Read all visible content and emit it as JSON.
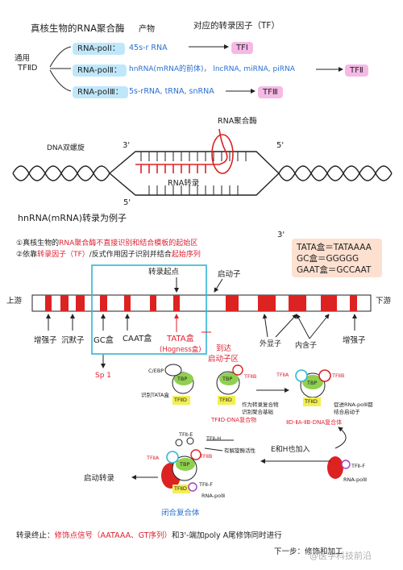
{
  "header": {
    "title": "真核生物的RNA聚合酶",
    "col_products": "产物",
    "col_tf": "对应的转录因子（TF）"
  },
  "general": {
    "line1": "通用",
    "line2": "TFⅡD"
  },
  "polymerases": [
    {
      "name": "RNA-polⅠ：",
      "products": "45s-r RNA",
      "tf": "TFⅠ"
    },
    {
      "name": "RNA-polⅡ：",
      "products": "hnRNA(mRNA的前体)， lncRNA, miRNA, piRNA",
      "tf": "TFⅡ"
    },
    {
      "name": "RNA-polⅢ：",
      "products": "5s-rRNA, tRNA, snRNA",
      "tf": "TFⅢ"
    }
  ],
  "bubble": {
    "dna_label": "DNA双螺旋",
    "end_3_left": "3'",
    "end_5_right": "5'",
    "end_5_bottom": "5'",
    "polymerase": "RNA聚合酶",
    "transcription": "RNA转录"
  },
  "section2": {
    "title": "hnRNA(mRNA)转录为例子",
    "prime_3": "3'",
    "point1_prefix": "①真核生物的",
    "point1_red": "RNA聚合酶不直接识别和结合模板的起始区",
    "point2_prefix": "②依靠",
    "point2_red1": "转录因子（TF）",
    "point2_mid": "/反式作用因子识别并结合",
    "point2_red2": "起始序列"
  },
  "boxes": {
    "line1": "TATA盒＝TATAAAA",
    "line2": "GC盒＝GGGGG",
    "line3": "GAAT盒＝GCCAAT"
  },
  "gene_map": {
    "upstream": "上游",
    "downstream": "下游",
    "start_point": "转录起点",
    "promoter": "启动子",
    "enhancer_left": "增强子",
    "silencer": "沉默子",
    "gc_box": "GC盒",
    "caat_box": "CAAT盒",
    "tata_box": "TATA盒",
    "hogness": "(Hogness盒)",
    "exon": "外显子",
    "intron": "内含子",
    "enhancer_right": "增强子"
  },
  "assembly": {
    "sp1": "Sp 1",
    "cebp": "C/EBP",
    "recognize": "识别TATA盒",
    "tbp": "TBP",
    "tf2d": "TFⅡD",
    "tf2b": "TFⅡB",
    "tf2a": "TFⅡA",
    "reach_promoter_1": "到达",
    "reach_promoter_2": "启动子区",
    "bridge_note_1": "作为转录复合物",
    "bridge_note_2": "识别聚合基础",
    "d_complex": "TFⅡD-DNA复合物",
    "pol2_note_1": "促进RNA-polⅡ都",
    "pol2_note_2": "结合启动子",
    "dab_complex": "ⅡD-ⅡA-ⅡB-DNA复合体",
    "add_eh": "E和H也加入",
    "tf2f_right": "TFⅡ-F",
    "pol2_right": "RNA-polⅡ",
    "tf2e": "TFⅡ-E",
    "tf2h": "TFⅡ-H",
    "helicase": "有解旋酶活性",
    "tf2f_bottom": "TFⅡ-F",
    "pol2_bottom": "RNA-polⅡ",
    "start_transcription": "启动转录",
    "closed_complex": "闭合复合体"
  },
  "footer": {
    "prefix": "转录终止：",
    "red": "修饰点信号（AATAAA、GT序列）",
    "suffix": "和3'-端加poly A尾修饰同时进行",
    "next_step": "下一步：修饰和加工",
    "watermark": "@医学科技前沿"
  },
  "colors": {
    "red": "#dd2222",
    "blue_box": "#30b5d6",
    "pink_pill": "#f6b9e6",
    "blue_pill": "#bfe7fb",
    "tbp_green": "#8fd04f",
    "tf2d_yellow": "#f2ef4e",
    "tf2a_orange": "#f7b39c",
    "note_peach": "#fde0d0"
  }
}
